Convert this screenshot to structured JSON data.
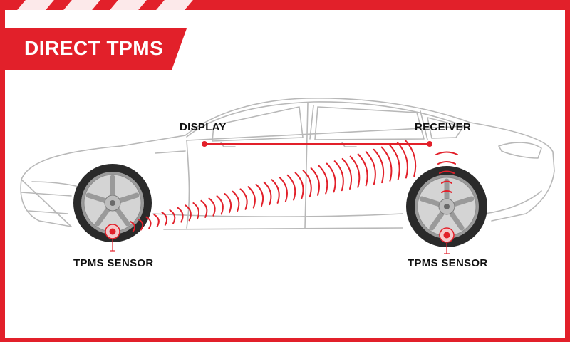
{
  "title": "DIRECT TPMS",
  "labels": {
    "display": "DISPLAY",
    "receiver": "RECEIVER",
    "sensor_front": "TPMS SENSOR",
    "sensor_rear": "TPMS SENSOR"
  },
  "colors": {
    "accent": "#e2202a",
    "outline": "#b8b8b8",
    "tire": "#2a2a2a",
    "rim": "#cfcfcf"
  }
}
